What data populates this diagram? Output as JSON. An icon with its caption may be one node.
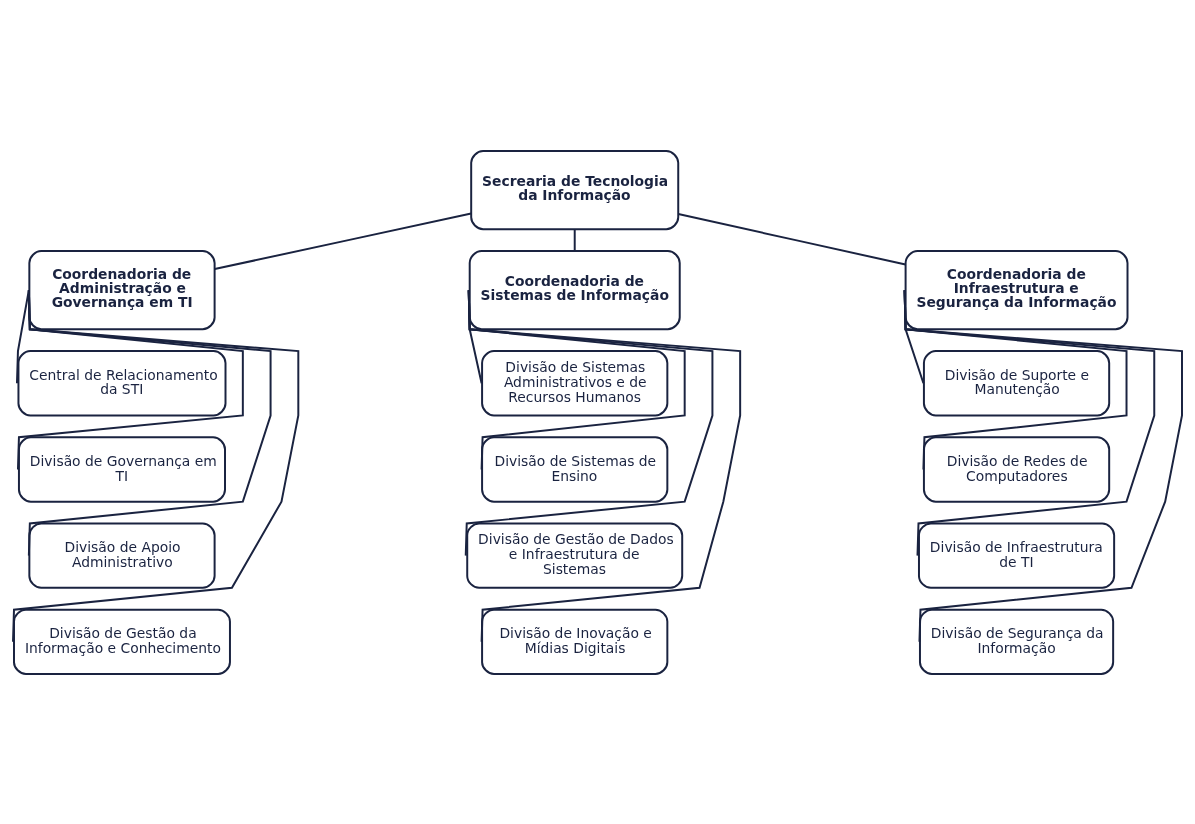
{
  "diagram": {
    "nodes": [
      {
        "text": [
          "Secrearia de Tecnologia da Informação"
        ]
      },
      {
        "text": [
          "Coordenadoria de Administração e Governança em TI"
        ]
      },
      {
        "text": [
          "Coordenadoria de Sistemas de Informação"
        ]
      },
      {
        "text": [
          "Coordenadoria de Infraestrutura e Segurança da Informação"
        ]
      },
      {
        "text": [
          "Central de Relacionamento da STI"
        ]
      },
      {
        "text": [
          "Divisão de Governança em TI"
        ]
      },
      {
        "text": [
          "Divisão de Apoio Administrativo"
        ]
      },
      {
        "text": [
          "Divisão de Gestão da Informação e Conhecimento"
        ]
      },
      {
        "text": [
          "Divisão de Sistemas Administrativos e de Recursos Humanos"
        ]
      },
      {
        "text": [
          "Divisão de Sistemas de Ensino"
        ]
      },
      {
        "text": [
          "Divisão de Gestão de Dados e Infraestrutura de Sistemas"
        ]
      },
      {
        "text": [
          "Divisão de Inovação e Mídias Digitais"
        ]
      },
      {
        "text": [
          "Divisão de Suporte e Manutenção"
        ]
      },
      {
        "text": [
          "Divisão de Redes de Computadores"
        ]
      },
      {
        "text": [
          "Divisão de Infraestrutura de TI"
        ]
      },
      {
        "text": [
          "Divisão de Segurança da Informação"
        ]
      }
    ],
    "edges": [
      {
        "from": 0,
        "to": 1,
        "arrow": "none"
      },
      {
        "from": 0,
        "to": 2,
        "arrow": "none"
      },
      {
        "from": 0,
        "to": 3,
        "arrow": "none"
      },
      {
        "from": 1,
        "to": 4,
        "arrow": "none"
      },
      {
        "from": 1,
        "to": 5,
        "arrow": "none"
      },
      {
        "from": 1,
        "to": 6,
        "arrow": "none"
      },
      {
        "from": 1,
        "to": 7,
        "arrow": "none"
      },
      {
        "from": 2,
        "to": 8,
        "arrow": "none"
      },
      {
        "from": 2,
        "to": 9,
        "arrow": "none"
      },
      {
        "from": 2,
        "to": 10,
        "arrow": "none"
      },
      {
        "from": 2,
        "to": 11,
        "arrow": "none"
      },
      {
        "from": 3,
        "to": 12,
        "arrow": "none"
      },
      {
        "from": 3,
        "to": 13,
        "arrow": "none"
      },
      {
        "from": 3,
        "to": 14,
        "arrow": "none"
      },
      {
        "from": 3,
        "to": 15,
        "arrow": "none"
      }
    ]
  }
}
